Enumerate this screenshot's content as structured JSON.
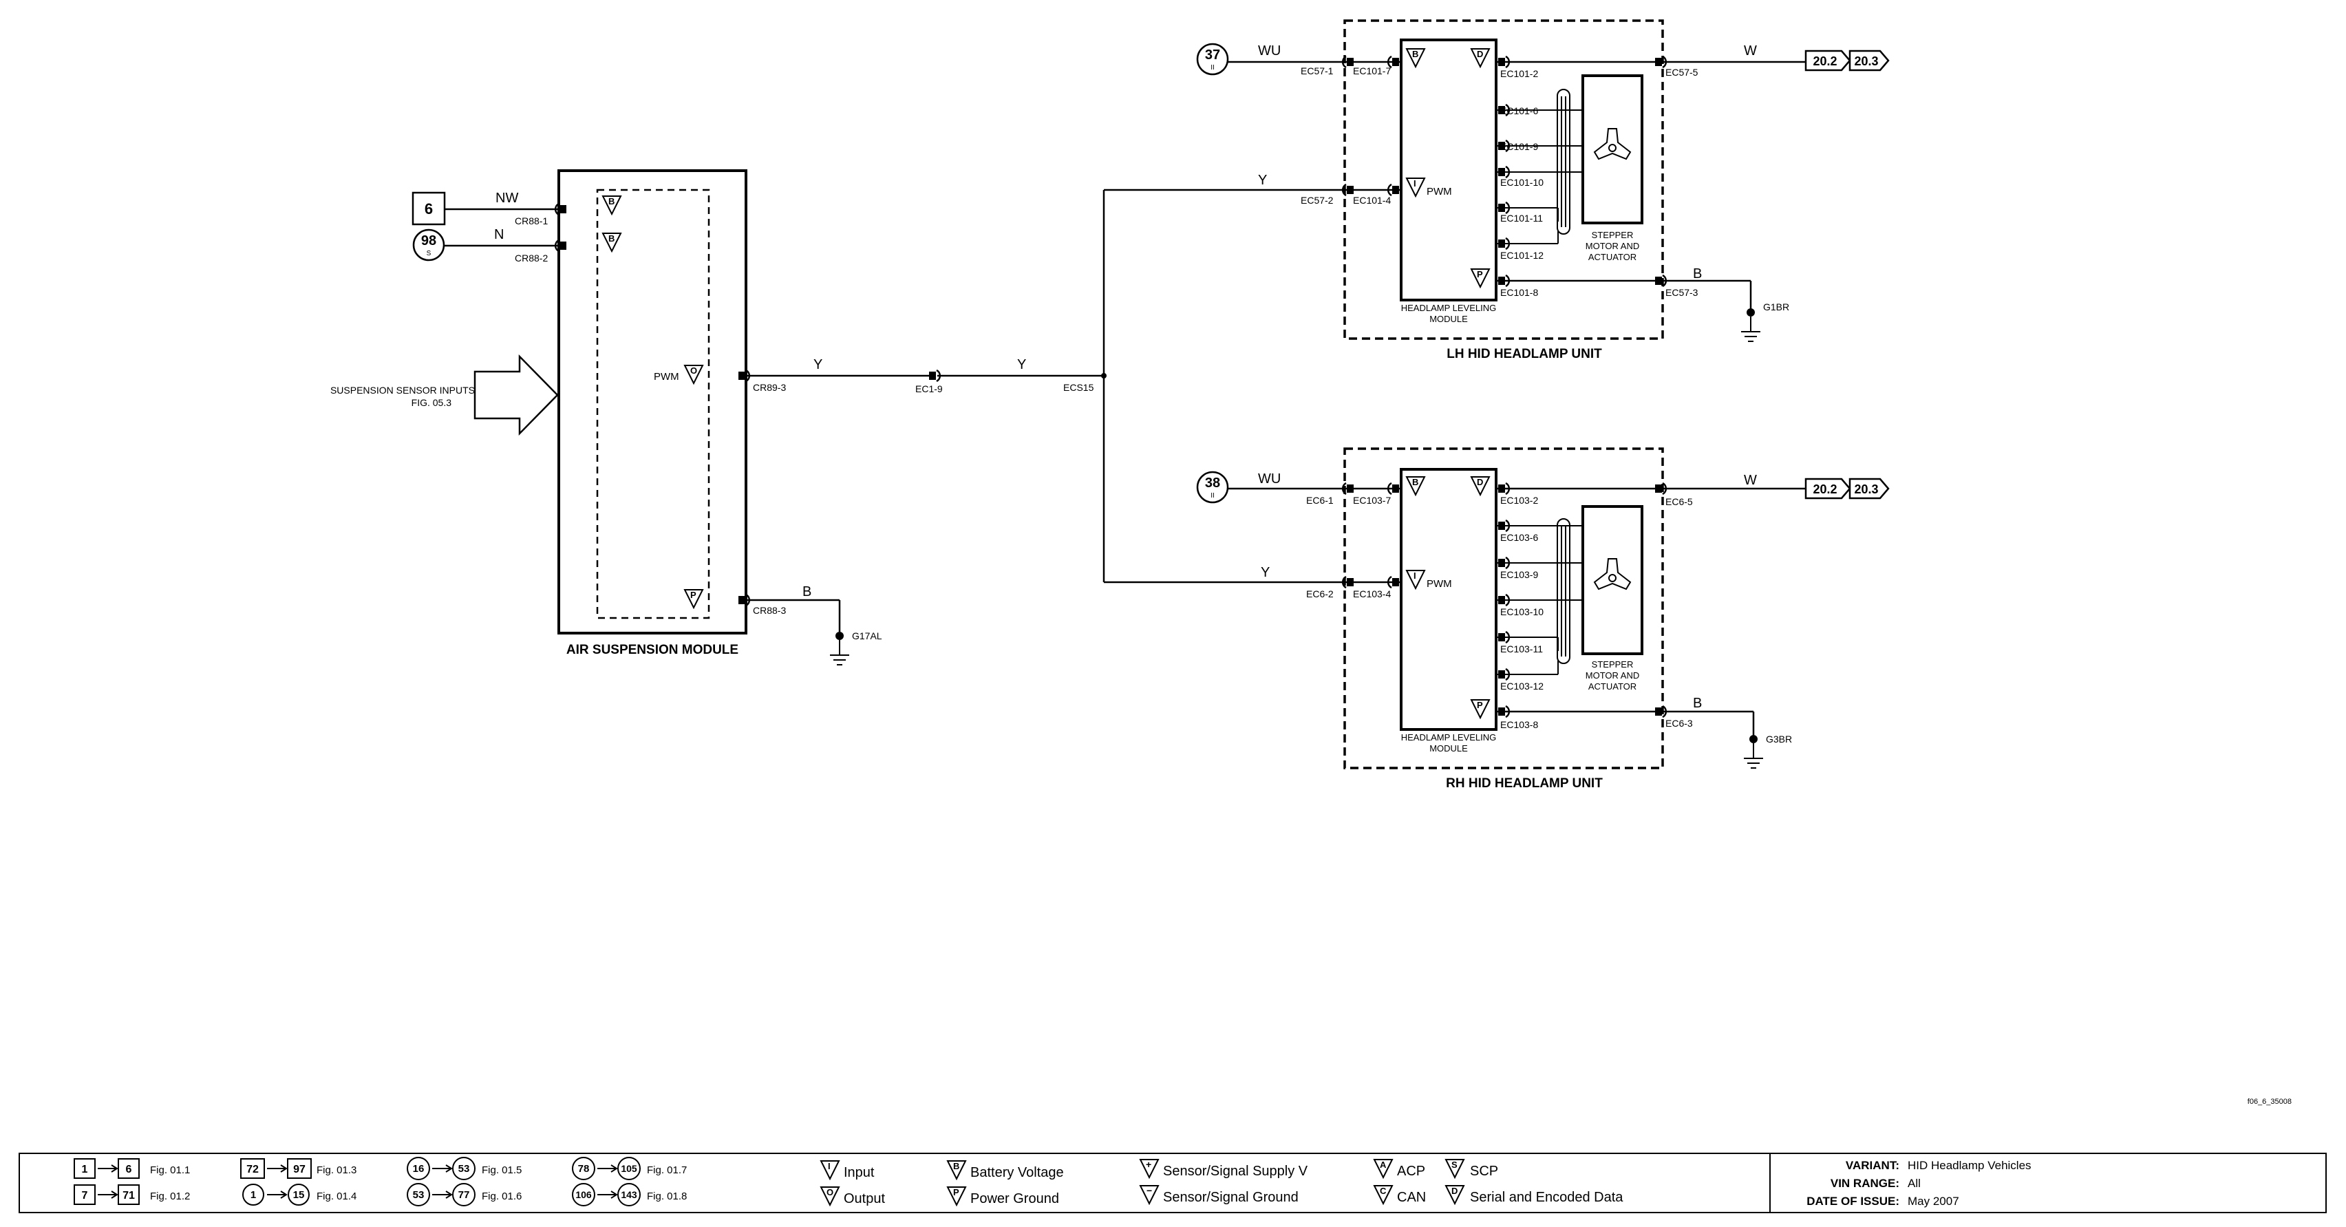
{
  "diagram": {
    "figure_code": "f06_6_35008",
    "modules": {
      "air_suspension": {
        "title": "AIR SUSPENSION MODULE",
        "pins": [
          "CR88-1",
          "CR88-2",
          "CR89-3",
          "CR88-3"
        ],
        "pwm": "PWM",
        "ground_point": "G17AL"
      },
      "lh_unit": {
        "title": "LH HID HEADLAMP UNIT",
        "module_title_1": "HEADLAMP LEVELING",
        "module_title_2": "MODULE",
        "motor_1": "STEPPER",
        "motor_2": "MOTOR AND",
        "motor_3": "ACTUATOR",
        "pwm": "PWM",
        "in_pins": [
          "EC57-1",
          "EC101-7",
          "EC57-2",
          "EC101-4"
        ],
        "out_pins": [
          "EC101-2",
          "EC101-6",
          "EC101-9",
          "EC101-10",
          "EC101-11",
          "EC101-12",
          "EC101-8"
        ],
        "ext_pins": [
          "EC57-5",
          "EC57-3"
        ],
        "ground_point": "G1BR"
      },
      "rh_unit": {
        "title": "RH HID HEADLAMP UNIT",
        "module_title_1": "HEADLAMP LEVELING",
        "module_title_2": "MODULE",
        "motor_1": "STEPPER",
        "motor_2": "MOTOR AND",
        "motor_3": "ACTUATOR",
        "pwm": "PWM",
        "in_pins": [
          "EC6-1",
          "EC103-7",
          "EC6-2",
          "EC103-4"
        ],
        "out_pins": [
          "EC103-2",
          "EC103-6",
          "EC103-9",
          "EC103-10",
          "EC103-11",
          "EC103-12",
          "EC103-8"
        ],
        "ext_pins": [
          "EC6-5",
          "EC6-3"
        ],
        "ground_point": "G3BR"
      }
    },
    "inputs": {
      "box_6": "6",
      "circle_98": "98",
      "circle_98_sub": "S",
      "circle_37": "37",
      "circle_37_sub": "II",
      "circle_38": "38",
      "circle_38_sub": "II",
      "sensor_1": "SUSPENSION SENSOR INPUTS",
      "sensor_2": "FIG. 05.3"
    },
    "wires": {
      "nw": "NW",
      "n": "N",
      "y": "Y",
      "b": "B",
      "wu": "WU",
      "w": "W"
    },
    "connectors": {
      "ec1_9": "EC1-9",
      "ecs15": "ECS15"
    },
    "references": [
      "20.2",
      "20.3"
    ]
  },
  "legend": {
    "figs": [
      {
        "from": "1",
        "to": "6",
        "fig": "Fig. 01.1"
      },
      {
        "from": "7",
        "to": "71",
        "fig": "Fig. 01.2"
      },
      {
        "from": "72",
        "to": "97",
        "fig": "Fig. 01.3"
      },
      {
        "from": "1",
        "to": "15",
        "fig": "Fig. 01.4"
      },
      {
        "from": "16",
        "to": "53",
        "fig": "Fig. 01.5"
      },
      {
        "from": "53",
        "to": "77",
        "fig": "Fig. 01.6"
      },
      {
        "from": "78",
        "to": "105",
        "fig": "Fig. 01.7"
      },
      {
        "from": "106",
        "to": "143",
        "fig": "Fig. 01.8"
      }
    ],
    "symbols": {
      "input": "Input",
      "output": "Output",
      "battery": "Battery Voltage",
      "power_ground": "Power Ground",
      "supply": "Sensor/Signal Supply V",
      "signal_ground": "Sensor/Signal Ground",
      "acp": "ACP",
      "can": "CAN",
      "scp": "SCP",
      "serial": "Serial and Encoded Data"
    },
    "info": {
      "variant_label": "VARIANT:",
      "variant": "HID Headlamp Vehicles",
      "vin_label": "VIN RANGE:",
      "vin": "All",
      "date_label": "DATE OF ISSUE:",
      "date": "May 2007"
    }
  }
}
